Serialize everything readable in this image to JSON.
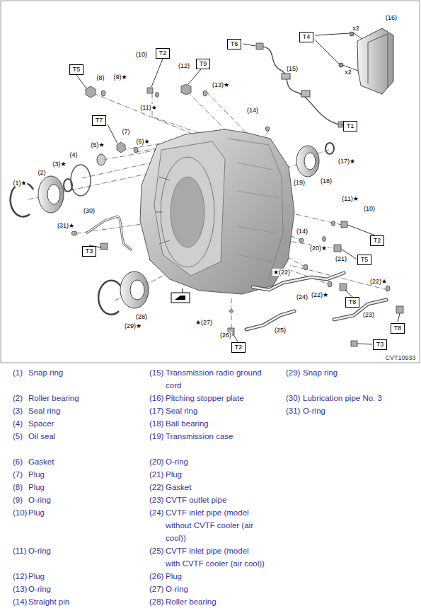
{
  "diagram": {
    "nodes": [
      {
        "text": [
          "T6"
        ]
      },
      {
        "text": [
          "T4"
        ]
      },
      {
        "text": [
          "T5"
        ]
      },
      {
        "text": [
          "T2"
        ]
      },
      {
        "text": [
          "T9"
        ]
      },
      {
        "text": [
          "T7"
        ]
      },
      {
        "text": [
          "T1"
        ]
      },
      {
        "text": [
          "T2"
        ]
      },
      {
        "text": [
          "T5"
        ]
      },
      {
        "text": [
          "T3"
        ]
      },
      {
        "text": [
          "T8"
        ]
      },
      {
        "text": [
          "T8"
        ]
      },
      {
        "text": [
          "T3"
        ]
      },
      {
        "text": [
          "T2"
        ]
      }
    ],
    "labels": [
      "(16)",
      "x2",
      "x2",
      "(10)",
      "(8)",
      "(9)★",
      "(12)",
      "(13)★",
      "(11)★",
      "(15)",
      "(14)",
      "(7)",
      "(6)★",
      "(5)★",
      "(3)★",
      "(4)",
      "(2)",
      "(1)★",
      "(17)★",
      "(18)",
      "(19)",
      "(11)★",
      "(10)",
      "(30)",
      "(31)★",
      "(14)",
      "(20)★",
      "(21)",
      "★(22)",
      "(22)★",
      "(22)★",
      "(24)",
      "(23)",
      "(25)",
      "★(27)",
      "(26)",
      "(28)",
      "(29)★",
      "CVT10933",
      "(1)",
      "Snap ring",
      "(2)",
      "Roller bearing",
      "(3)",
      "Seal ring",
      "(4)",
      "Spacer",
      "(5)",
      "Oil seal",
      "(6)",
      "Gasket",
      "(7)",
      "Plug",
      "(8)",
      "Plug",
      "(9)",
      "O-ring",
      "(10)",
      "Plug",
      "(11)",
      "O-ring",
      "(12)",
      "Plug",
      "(13)",
      "O-ring",
      "(14)",
      "Straight pin",
      "(15)",
      "Transmission radio ground cord",
      "(16)",
      "Pitching stopper plate",
      "(17)",
      "Seal ring",
      "(18)",
      "Ball bearing",
      "(19)",
      "Transmission case",
      "(20)",
      "O-ring",
      "(21)",
      "Plug",
      "(22)",
      "Gasket",
      "(23)",
      "CVTF outlet pipe",
      "(24)",
      "CVTF inlet pipe (model without CVTF cooler (air cool))",
      "(25)",
      "CVTF inlet pipe (model with CVTF cooler (air cool))",
      "(26)",
      "Plug",
      "(27)",
      "O-ring",
      "(28)",
      "Roller bearing",
      "(29)",
      "Snap ring",
      "(30)",
      "Lubrication pipe No. 3",
      "(31)",
      "O-ring"
    ]
  }
}
